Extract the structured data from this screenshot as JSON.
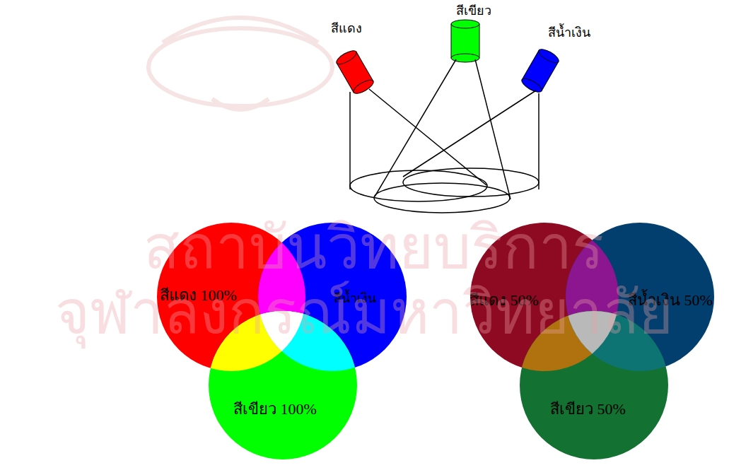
{
  "diagram": {
    "labels": [
      "สีเขียว",
      "สีแดง",
      "สีน้ำเงิน",
      "สีแดง 100%",
      "สีน้ำเงิน",
      "สีเขียว 100%",
      "สีแดง 50%",
      "สีน้ำเงิน 50%",
      "สีเขียว 50%",
      "สถาบันวิทยบริการ",
      "จุฬาลงกรณ์มหาวิทยาลัย"
    ]
  }
}
